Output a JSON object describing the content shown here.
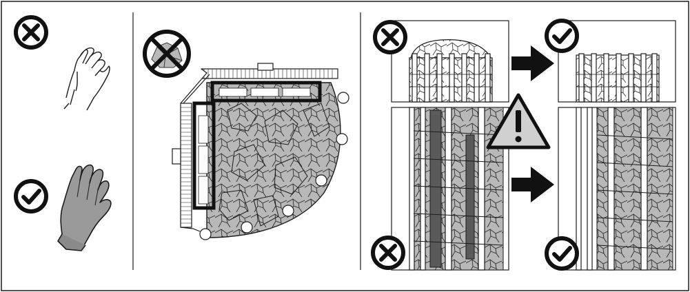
{
  "colors": {
    "line": "#1a1a1a",
    "background": "#ffffff",
    "stone_fill": "#b8b8b8",
    "glove_fill": "#9a9a9a",
    "warning_fill": "#d0d0d0",
    "highlight_stroke": "#111111"
  },
  "panels": [
    {
      "id": "gloves",
      "items": [
        {
          "icon": "prohibited-icon",
          "meaning": "bare-hand"
        },
        {
          "icon": "check-icon",
          "meaning": "gloved-hand"
        }
      ]
    },
    {
      "id": "stove-top-view",
      "items": [
        {
          "icon": "prohibited-stone-icon",
          "meaning": "no-stones-on-elements"
        }
      ]
    },
    {
      "id": "stone-stacking",
      "items": [
        {
          "icon": "prohibited-icon",
          "meaning": "stones-too-high"
        },
        {
          "icon": "check-icon",
          "meaning": "stones-correct-height"
        },
        {
          "icon": "warning-icon",
          "meaning": "caution"
        },
        {
          "icon": "prohibited-icon",
          "meaning": "stones-packed-tight"
        },
        {
          "icon": "check-icon",
          "meaning": "stones-loose"
        },
        {
          "icon": "arrow-right-icon",
          "meaning": "correct-it"
        }
      ]
    }
  ]
}
